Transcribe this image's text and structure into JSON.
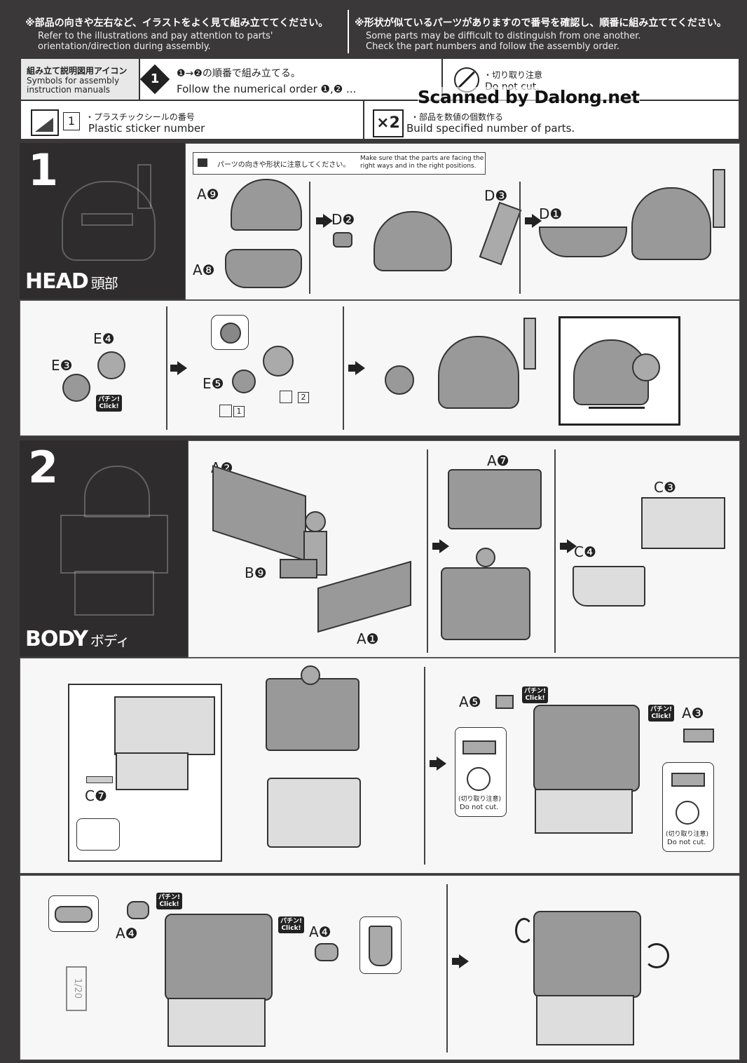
{
  "notes": {
    "left_jp": "※部品の向きや左右など、イラストをよく見て組み立ててください。",
    "left_en1": "Refer to the illustrations and pay attention to parts'",
    "left_en2": "orientation/direction during assembly.",
    "right_jp": "※形状が似ているパーツがありますので番号を確認し、順番に組み立ててください。",
    "right_en1": "Some parts may be difficult to distinguish from one another.",
    "right_en2": "Check the part numbers and follow the assembly order."
  },
  "legend": {
    "title_jp": "組み立て説明図用アイコン",
    "title_en1": "Symbols for assembly",
    "title_en2": "instruction manuals",
    "order_icon": "1",
    "order_jp": "❶→❷の順番で組み立てる。",
    "order_en": "Follow the numerical order ❶,❷ ...",
    "nocut_jp": "・切り取り注意",
    "nocut_en": "Do not cut.",
    "sticker_num": "1",
    "sticker_jp": "・プラスチックシールの番号",
    "sticker_en": "Plastic sticker number",
    "multi_icon": "×2",
    "multi_jp": "・部品を数値の個数作る",
    "multi_en": "Build specified number of parts."
  },
  "watermark": "Scanned by Dalong.net",
  "step1": {
    "number": "1",
    "name": "HEAD",
    "name_jp": "頭部",
    "caution_jp": "パーツの向きや形状に注意してください。",
    "caution_en1": "Make sure that the parts are facing the",
    "caution_en2": "right ways and in the right positions.",
    "labels": [
      "A❾",
      "A❽",
      "D❷",
      "D❸",
      "D❶"
    ],
    "row2_labels": [
      "E❹",
      "E❸",
      "E❺"
    ],
    "stickers": [
      "1",
      "2"
    ],
    "click_jp": "パチン!",
    "click_en": "Click!"
  },
  "step2": {
    "number": "2",
    "name": "BODY",
    "name_jp": "ボディ",
    "labels": [
      "A❷",
      "B❾",
      "A❶",
      "A❼",
      "C❸",
      "C❹"
    ],
    "row2_labels": [
      "C❼",
      "A❺",
      "A❸"
    ],
    "row3_labels": [
      "A❹",
      "A❹"
    ],
    "nocut_jp": "(切り取り注意)",
    "nocut_en": "Do not cut.",
    "click_jp": "パチン!",
    "click_en": "Click!",
    "side_text": "1/20"
  }
}
